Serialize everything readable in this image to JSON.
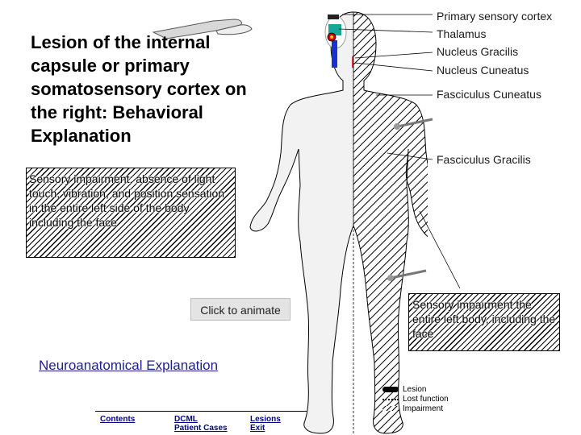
{
  "title": "Lesion of the internal capsule or primary somatosensory cortex on the right: Behavioral Explanation",
  "impairment_description": "Sensory impairment: absence of light touch, vibration, and position sensation in the entire left side of the body including the face",
  "impairment_callout": "Sensory impairment the entire left body, including the face",
  "animate_button": "Click to animate",
  "neuro_link": "Neuroanatomical Explanation",
  "anatomy_labels": {
    "primary_cortex": "Primary sensory cortex",
    "thalamus": "Thalamus",
    "nucleus_gracilis": "Nucleus Gracilis",
    "nucleus_cuneatus": "Nucleus Cuneatus",
    "fasciculus_cuneatus": "Fasciculus Cuneatus",
    "fasciculus_gracilis": "Fasciculus Gracilis"
  },
  "legend": {
    "lesion": "Lesion",
    "lost_function": "Lost function",
    "impairment": "Impairment"
  },
  "nav": {
    "contents": "Contents",
    "dcml_line1": "DCML",
    "dcml_line2": "Patient Cases",
    "lesions_line1": "Lesions",
    "lesions_line2": "Exit"
  },
  "colors": {
    "pathway_blue": "#1a2fd6",
    "lesion_red": "#d40000",
    "thalamus_teal": "#13a897",
    "body_fill": "#f2f2f2",
    "link_color": "#1f1f8a"
  }
}
